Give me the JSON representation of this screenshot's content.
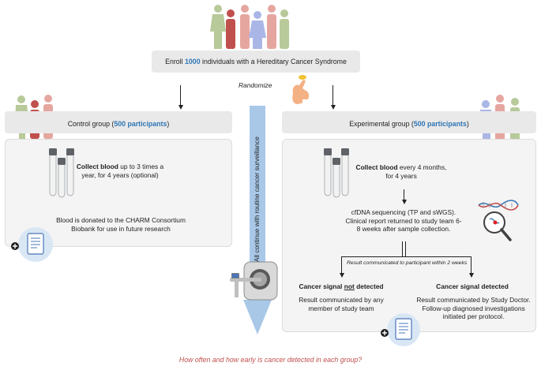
{
  "enroll": {
    "prefix": "Enroll ",
    "count": "1000",
    "suffix": " individuals with a Hereditary Cancer Syndrome"
  },
  "randomize_label": "Randomize",
  "side_channel": "All continue with routine cancer surveillance",
  "control": {
    "title_prefix": "Control group (",
    "count": "500 participants",
    "title_suffix": ")",
    "collect_bold": "Collect blood",
    "collect_rest": " up to 3 times a year, for 4 years (optional)",
    "donation": "Blood is donated to the CHARM Consortium Biobank for use in future research"
  },
  "experimental": {
    "title_prefix": "Experimental group (",
    "count": "500 participants",
    "title_suffix": ")",
    "collect_bold": "Collect blood",
    "collect_rest": " every 4 months, for 4 years",
    "sequencing": "cfDNA sequencing (TP and sWGS). Clinical report returned to study team 6-8 weeks after sample collection.",
    "communicated": "Result communicated to participant within 2 weeks",
    "not_detected_title_pre": "Cancer signal ",
    "not_detected_title_ul": "not",
    "not_detected_title_post": " detected",
    "not_detected_text": "Result communicated by any member of study team",
    "detected_title": "Cancer signal detected",
    "detected_text": "Result communicated by Study Doctor. Follow-up diagnosed investigations initiated per protocol."
  },
  "question": "How often and how early is cancer detected in each group?",
  "colors": {
    "accent_blue": "#2e75b6",
    "question_red": "#c0504d",
    "side_arrow": "#a9c8e8",
    "box_gray": "#e9e9e9",
    "panel_gray": "#f4f4f4"
  },
  "icons": [
    "people-group-icon",
    "hand-drawing-icon",
    "blood-tubes-icon",
    "document-add-icon",
    "mri-scanner-icon",
    "dna-magnifier-icon"
  ]
}
